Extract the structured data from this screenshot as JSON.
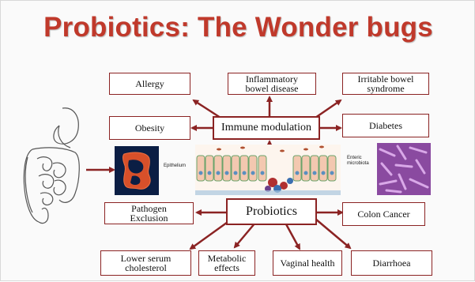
{
  "title": "Probiotics: The Wonder bugs",
  "hub_top": "Immune modulation",
  "hub_bottom": "Probiotics",
  "top_boxes": {
    "allergy": "Allergy",
    "ibd_line1": "Inflammatory",
    "ibd_line2": "bowel disease",
    "ibs_line1": "Irritable bowel",
    "ibs_line2": "syndrome",
    "obesity": "Obesity",
    "diabetes": "Diabetes"
  },
  "bottom_boxes": {
    "pathogen_line1": "Pathogen",
    "pathogen_line2": "Exclusion",
    "colon_cancer": "Colon Cancer",
    "serum_line1": "Lower serum",
    "serum_line2": "cholesterol",
    "metabolic_line1": "Metabolic",
    "metabolic_line2": "effects",
    "vaginal": "Vaginal health",
    "diarrhoea": "Diarrhoea"
  },
  "image_labels": {
    "epithelium": "Epithelium",
    "enteric_line1": "Enteric",
    "enteric_line2": "microbiota"
  },
  "colors": {
    "title": "#c0392b",
    "box_border": "#8b2323",
    "arrow": "#8b2323"
  }
}
